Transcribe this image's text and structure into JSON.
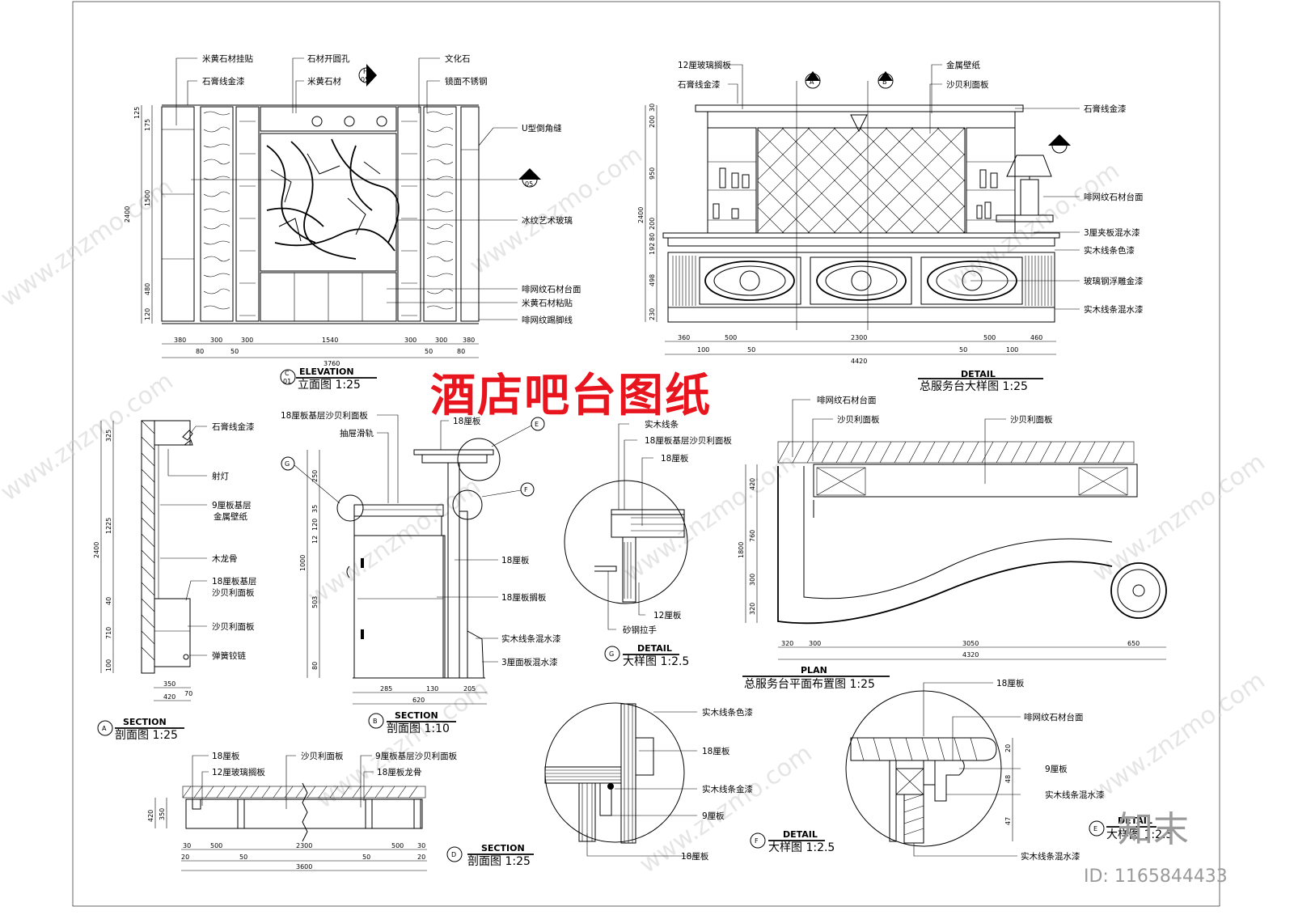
{
  "big_title": "酒店吧台图纸",
  "watermark": "www.znzmo.com",
  "brand_logo": "知末",
  "image_id": "ID: 1165844433",
  "elevation": {
    "ref": "C",
    "ref_sub": "01",
    "title_en": "ELEVATION",
    "title_cn": "立面图 1:25",
    "labels": [
      "米黄石材挂贴",
      "石膏线金漆",
      "石材开圆孔",
      "米黄石材",
      "文化石",
      "镜面不锈钢",
      "U型倒角缝",
      "冰纹艺术玻璃",
      "啡网纹石材台面",
      "米黄石材粘贴",
      "啡网纹踢脚线"
    ],
    "tag_h": "H",
    "tag_h_sub": "05",
    "tag_j": "J",
    "tag_j_sub": "05",
    "dims_v": [
      "125",
      "175",
      "1500",
      "2400",
      "480",
      "120"
    ],
    "dims_h": [
      "380",
      "300",
      "300",
      "1540",
      "300",
      "300",
      "380"
    ],
    "dims_h2": [
      "80",
      "50",
      "50",
      "80"
    ],
    "total": "3760"
  },
  "detail_main": {
    "title_en": "DETAIL",
    "title_cn": "总服务台大样图 1:25",
    "labels": [
      "12厘玻璃搁板",
      "石膏线金漆",
      "金属壁纸",
      "沙贝利面板",
      "石膏线金漆",
      "啡网纹石材台面",
      "3厘夹板混水漆",
      "实木线条色漆",
      "玻璃钢浮雕金漆",
      "实木线条混水漆"
    ],
    "tags": [
      "A",
      "B",
      "D"
    ],
    "dims_v": [
      "30",
      "200",
      "950",
      "2400",
      "200",
      "80",
      "192",
      "498",
      "230"
    ],
    "dims_h": [
      "360",
      "500",
      "2300",
      "500",
      "460"
    ],
    "dims_h2": [
      "100",
      "50",
      "50",
      "100"
    ],
    "total": "4420"
  },
  "section_a": {
    "ref": "A",
    "title_en": "SECTION",
    "title_cn": "剖面图 1:25",
    "labels": [
      "石膏线金漆",
      "射灯",
      "9厘板基层",
      "金属壁纸",
      "木龙骨",
      "18厘板基层",
      "沙贝利面板",
      "沙贝利面板",
      "弹簧铰链"
    ],
    "dims_v": [
      "325",
      "1225",
      "2400",
      "40",
      "710",
      "100"
    ],
    "dims_h": [
      "350",
      "420",
      "70"
    ]
  },
  "section_b": {
    "ref": "B",
    "title_en": "SECTION",
    "title_cn": "剖面图 1:10",
    "labels": [
      "18厘板基层沙贝利面板",
      "抽屉滑轨",
      "18厘板",
      "18厘板",
      "18厘板搁板",
      "实木线条混水漆",
      "3厘面板混水漆"
    ],
    "tags": [
      "G",
      "E",
      "F"
    ],
    "dims_v": [
      "250",
      "35",
      "120",
      "12",
      "1000",
      "503",
      "80"
    ],
    "dims_h": [
      "285",
      "130",
      "205"
    ],
    "total": "620"
  },
  "section_d": {
    "ref": "D",
    "title_en": "SECTION",
    "title_cn": "剖面图 1:25",
    "labels": [
      "18厘板",
      "12厘玻璃搁板",
      "沙贝利面板",
      "9厘板基层沙贝利面板",
      "18厘板龙骨"
    ],
    "dims_v": [
      "420",
      "350"
    ],
    "dims_h": [
      "30",
      "500",
      "2300",
      "500",
      "30"
    ],
    "dims_h2": [
      "20",
      "50",
      "50",
      "20"
    ],
    "total": "3600"
  },
  "detail_g": {
    "ref": "G",
    "title_en": "DETAIL",
    "title_cn": "大样图 1:2.5",
    "labels": [
      "实木线条",
      "18厘板基层沙贝利面板",
      "18厘板",
      "12厘板",
      "砂钢拉手"
    ]
  },
  "detail_f": {
    "ref": "F",
    "title_en": "DETAIL",
    "title_cn": "大样图 1:2.5",
    "labels": [
      "实木线条色漆",
      "18厘板",
      "实木线条金漆",
      "9厘板",
      "18厘板"
    ]
  },
  "detail_e": {
    "ref": "E",
    "title_en": "DETAIL",
    "title_cn": "大样图 1:2.5",
    "labels": [
      "18厘板",
      "啡网纹石材台面",
      "9厘板",
      "实木线条混水漆",
      "实木线条混水漆"
    ],
    "dims_v": [
      "20",
      "48",
      "47"
    ]
  },
  "plan": {
    "title_en": "PLAN",
    "title_cn": "总服务台平面布置图 1:25",
    "labels": [
      "啡网纹石材台面",
      "沙贝利面板",
      "沙贝利面板"
    ],
    "dims_v": [
      "420",
      "1800",
      "760",
      "300",
      "320"
    ],
    "dims_h": [
      "320",
      "300",
      "3050",
      "650"
    ],
    "total": "4320"
  }
}
